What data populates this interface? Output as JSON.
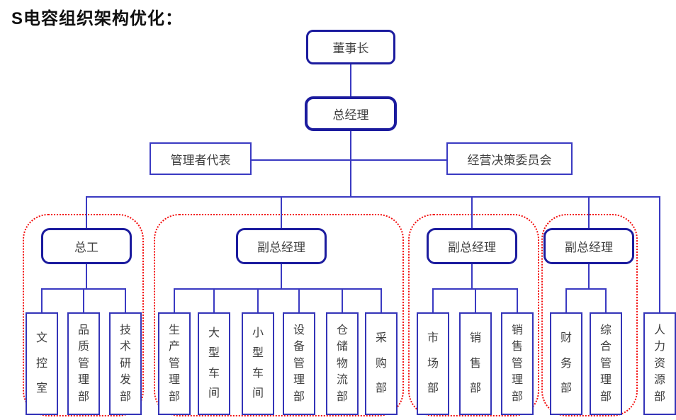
{
  "title": "S电容组织架构优化：",
  "colors": {
    "navy": "#1b1b9e",
    "line_blue": "#3a3ac2",
    "dept_blue": "#3434b8",
    "group_red": "#f20d0d",
    "text_gray": "#404040",
    "title_black": "#0f0f0f"
  },
  "nodes": {
    "chairman": "董事长",
    "general_manager": "总经理",
    "management_rep": "管理者代表",
    "strategy_committee": "经营决策委员会",
    "hr_dept": "人力资源部"
  },
  "groups": [
    {
      "head": "总工",
      "departments": [
        "文控室",
        "品质管理部",
        "技术研发部"
      ]
    },
    {
      "head": "副总经理",
      "departments": [
        "生产管理部",
        "大型车间",
        "小型车间",
        "设备管理部",
        "仓储物流部",
        "采购部"
      ]
    },
    {
      "head": "副总经理",
      "departments": [
        "市场部",
        "销售部",
        "销售管理部"
      ]
    },
    {
      "head": "副总经理",
      "departments": [
        "财务部",
        "综合管理部"
      ]
    }
  ]
}
